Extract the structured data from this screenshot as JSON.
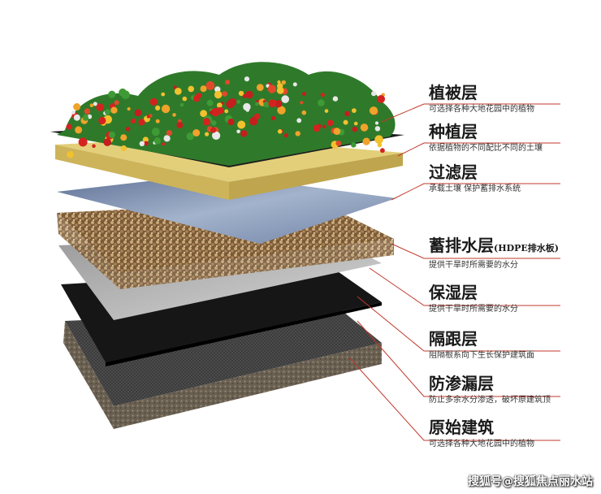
{
  "layers": [
    {
      "title": "植被层",
      "suffix": "",
      "desc": "可选择各种大地花园中的植物"
    },
    {
      "title": "种植层",
      "suffix": "",
      "desc": "依据植物的不同配比不同的土壤"
    },
    {
      "title": "过滤层",
      "suffix": "",
      "desc": "承载土壤 保护蓄排水系统"
    },
    {
      "title": "蓄排水层",
      "suffix": "(HDPE排水板)",
      "desc": "提供干旱时所需要的水分"
    },
    {
      "title": "保湿层",
      "suffix": "",
      "desc": "提供干旱时所需要的水分"
    },
    {
      "title": "隔跟层",
      "suffix": "",
      "desc": "阻隔根系向下生长保护建筑面"
    },
    {
      "title": "防渗漏层",
      "suffix": "",
      "desc": "防止多余水分渗透，破坏原建筑顶"
    },
    {
      "title": "原始建筑",
      "suffix": "",
      "desc": "可选择各种大地花园中的植物"
    }
  ],
  "watermark": "搜狐号@搜狐焦点丽水站",
  "colors": {
    "leader_line": "#c0392b",
    "soil": "#d8c36b",
    "filter": "#7d8fb0",
    "gravel": "#8a6a45",
    "moisture": "#bdbdbd",
    "root_barrier": "#1b1b1b",
    "base": "#5a5246"
  }
}
